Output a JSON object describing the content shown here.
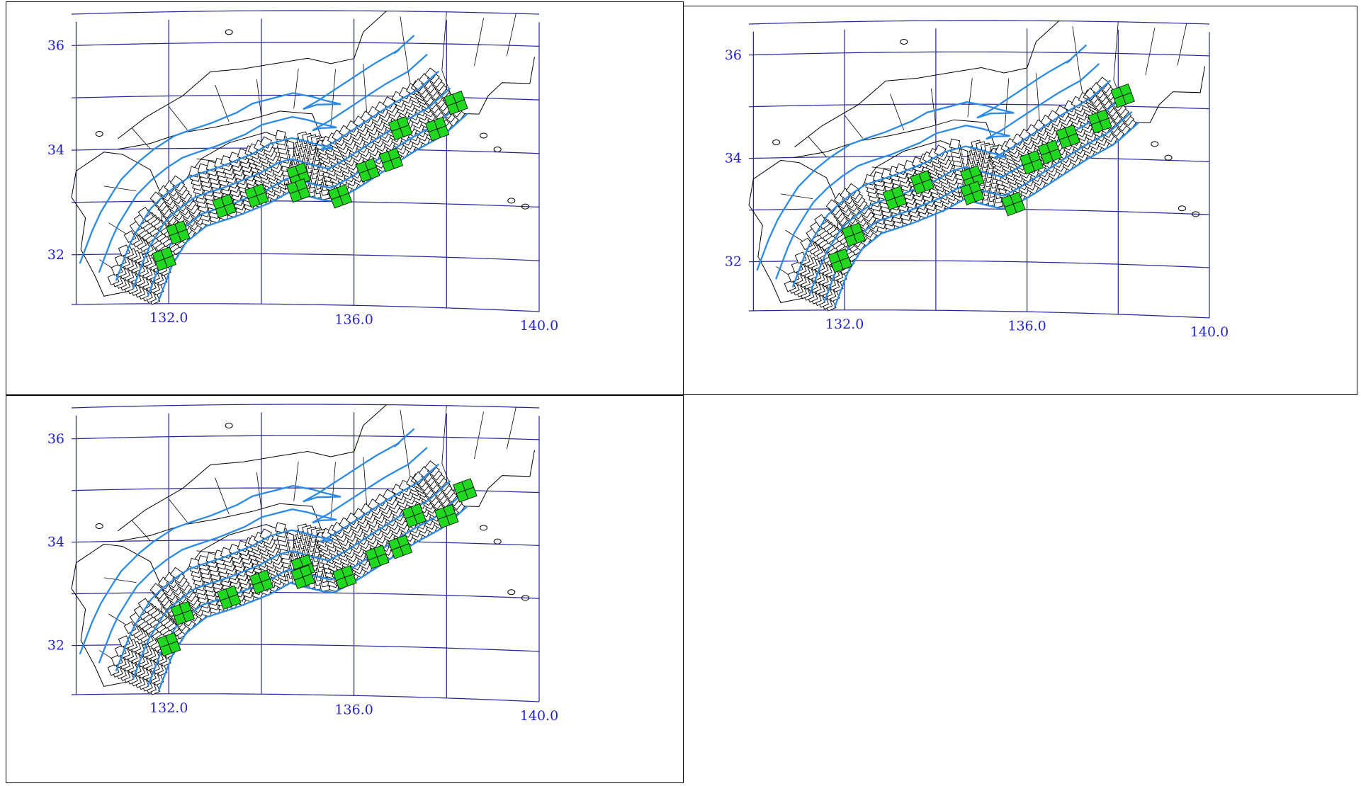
{
  "figure": {
    "panel_count": 3,
    "colors": {
      "graticule": "#22229a",
      "tick_label": "#2222cc",
      "contour": "#2a8ae6",
      "fault_grid": "#000000",
      "asperity": "#1fd81f",
      "coastline": "#000000"
    }
  },
  "panels": [
    {
      "lat_ticks": [
        "36",
        "34",
        "32"
      ],
      "lon_ticks": [
        "132.0",
        "136.0",
        "140.0"
      ],
      "asperities": [
        {
          "lon": 131.9,
          "lat": 31.9
        },
        {
          "lon": 132.2,
          "lat": 32.4
        },
        {
          "lon": 133.2,
          "lat": 32.9
        },
        {
          "lon": 133.9,
          "lat": 33.1
        },
        {
          "lon": 134.8,
          "lat": 33.5
        },
        {
          "lon": 134.8,
          "lat": 33.2
        },
        {
          "lon": 135.7,
          "lat": 33.1
        },
        {
          "lon": 136.3,
          "lat": 33.6
        },
        {
          "lon": 136.8,
          "lat": 33.8
        },
        {
          "lon": 137.0,
          "lat": 34.4
        },
        {
          "lon": 137.8,
          "lat": 34.4
        },
        {
          "lon": 138.2,
          "lat": 34.9
        }
      ]
    },
    {
      "lat_ticks": [
        "36",
        "34",
        "32"
      ],
      "lon_ticks": [
        "132.0",
        "136.0",
        "140.0"
      ],
      "asperities": [
        {
          "lon": 131.9,
          "lat": 32.0
        },
        {
          "lon": 132.2,
          "lat": 32.5
        },
        {
          "lon": 133.1,
          "lat": 33.2
        },
        {
          "lon": 133.7,
          "lat": 33.5
        },
        {
          "lon": 134.8,
          "lat": 33.6
        },
        {
          "lon": 134.8,
          "lat": 33.3
        },
        {
          "lon": 135.7,
          "lat": 33.1
        },
        {
          "lon": 136.1,
          "lat": 33.9
        },
        {
          "lon": 136.5,
          "lat": 34.1
        },
        {
          "lon": 136.9,
          "lat": 34.4
        },
        {
          "lon": 137.6,
          "lat": 34.7
        },
        {
          "lon": 138.1,
          "lat": 35.2
        }
      ]
    },
    {
      "lat_ticks": [
        "36",
        "34",
        "32"
      ],
      "lon_ticks": [
        "132.0",
        "136.0",
        "140.0"
      ],
      "asperities": [
        {
          "lon": 132.0,
          "lat": 32.0
        },
        {
          "lon": 132.3,
          "lat": 32.6
        },
        {
          "lon": 133.3,
          "lat": 32.9
        },
        {
          "lon": 134.0,
          "lat": 33.2
        },
        {
          "lon": 134.9,
          "lat": 33.5
        },
        {
          "lon": 134.9,
          "lat": 33.3
        },
        {
          "lon": 135.8,
          "lat": 33.3
        },
        {
          "lon": 136.5,
          "lat": 33.7
        },
        {
          "lon": 137.0,
          "lat": 33.9
        },
        {
          "lon": 137.3,
          "lat": 34.5
        },
        {
          "lon": 138.0,
          "lat": 34.5
        },
        {
          "lon": 138.4,
          "lat": 35.0
        }
      ]
    }
  ]
}
